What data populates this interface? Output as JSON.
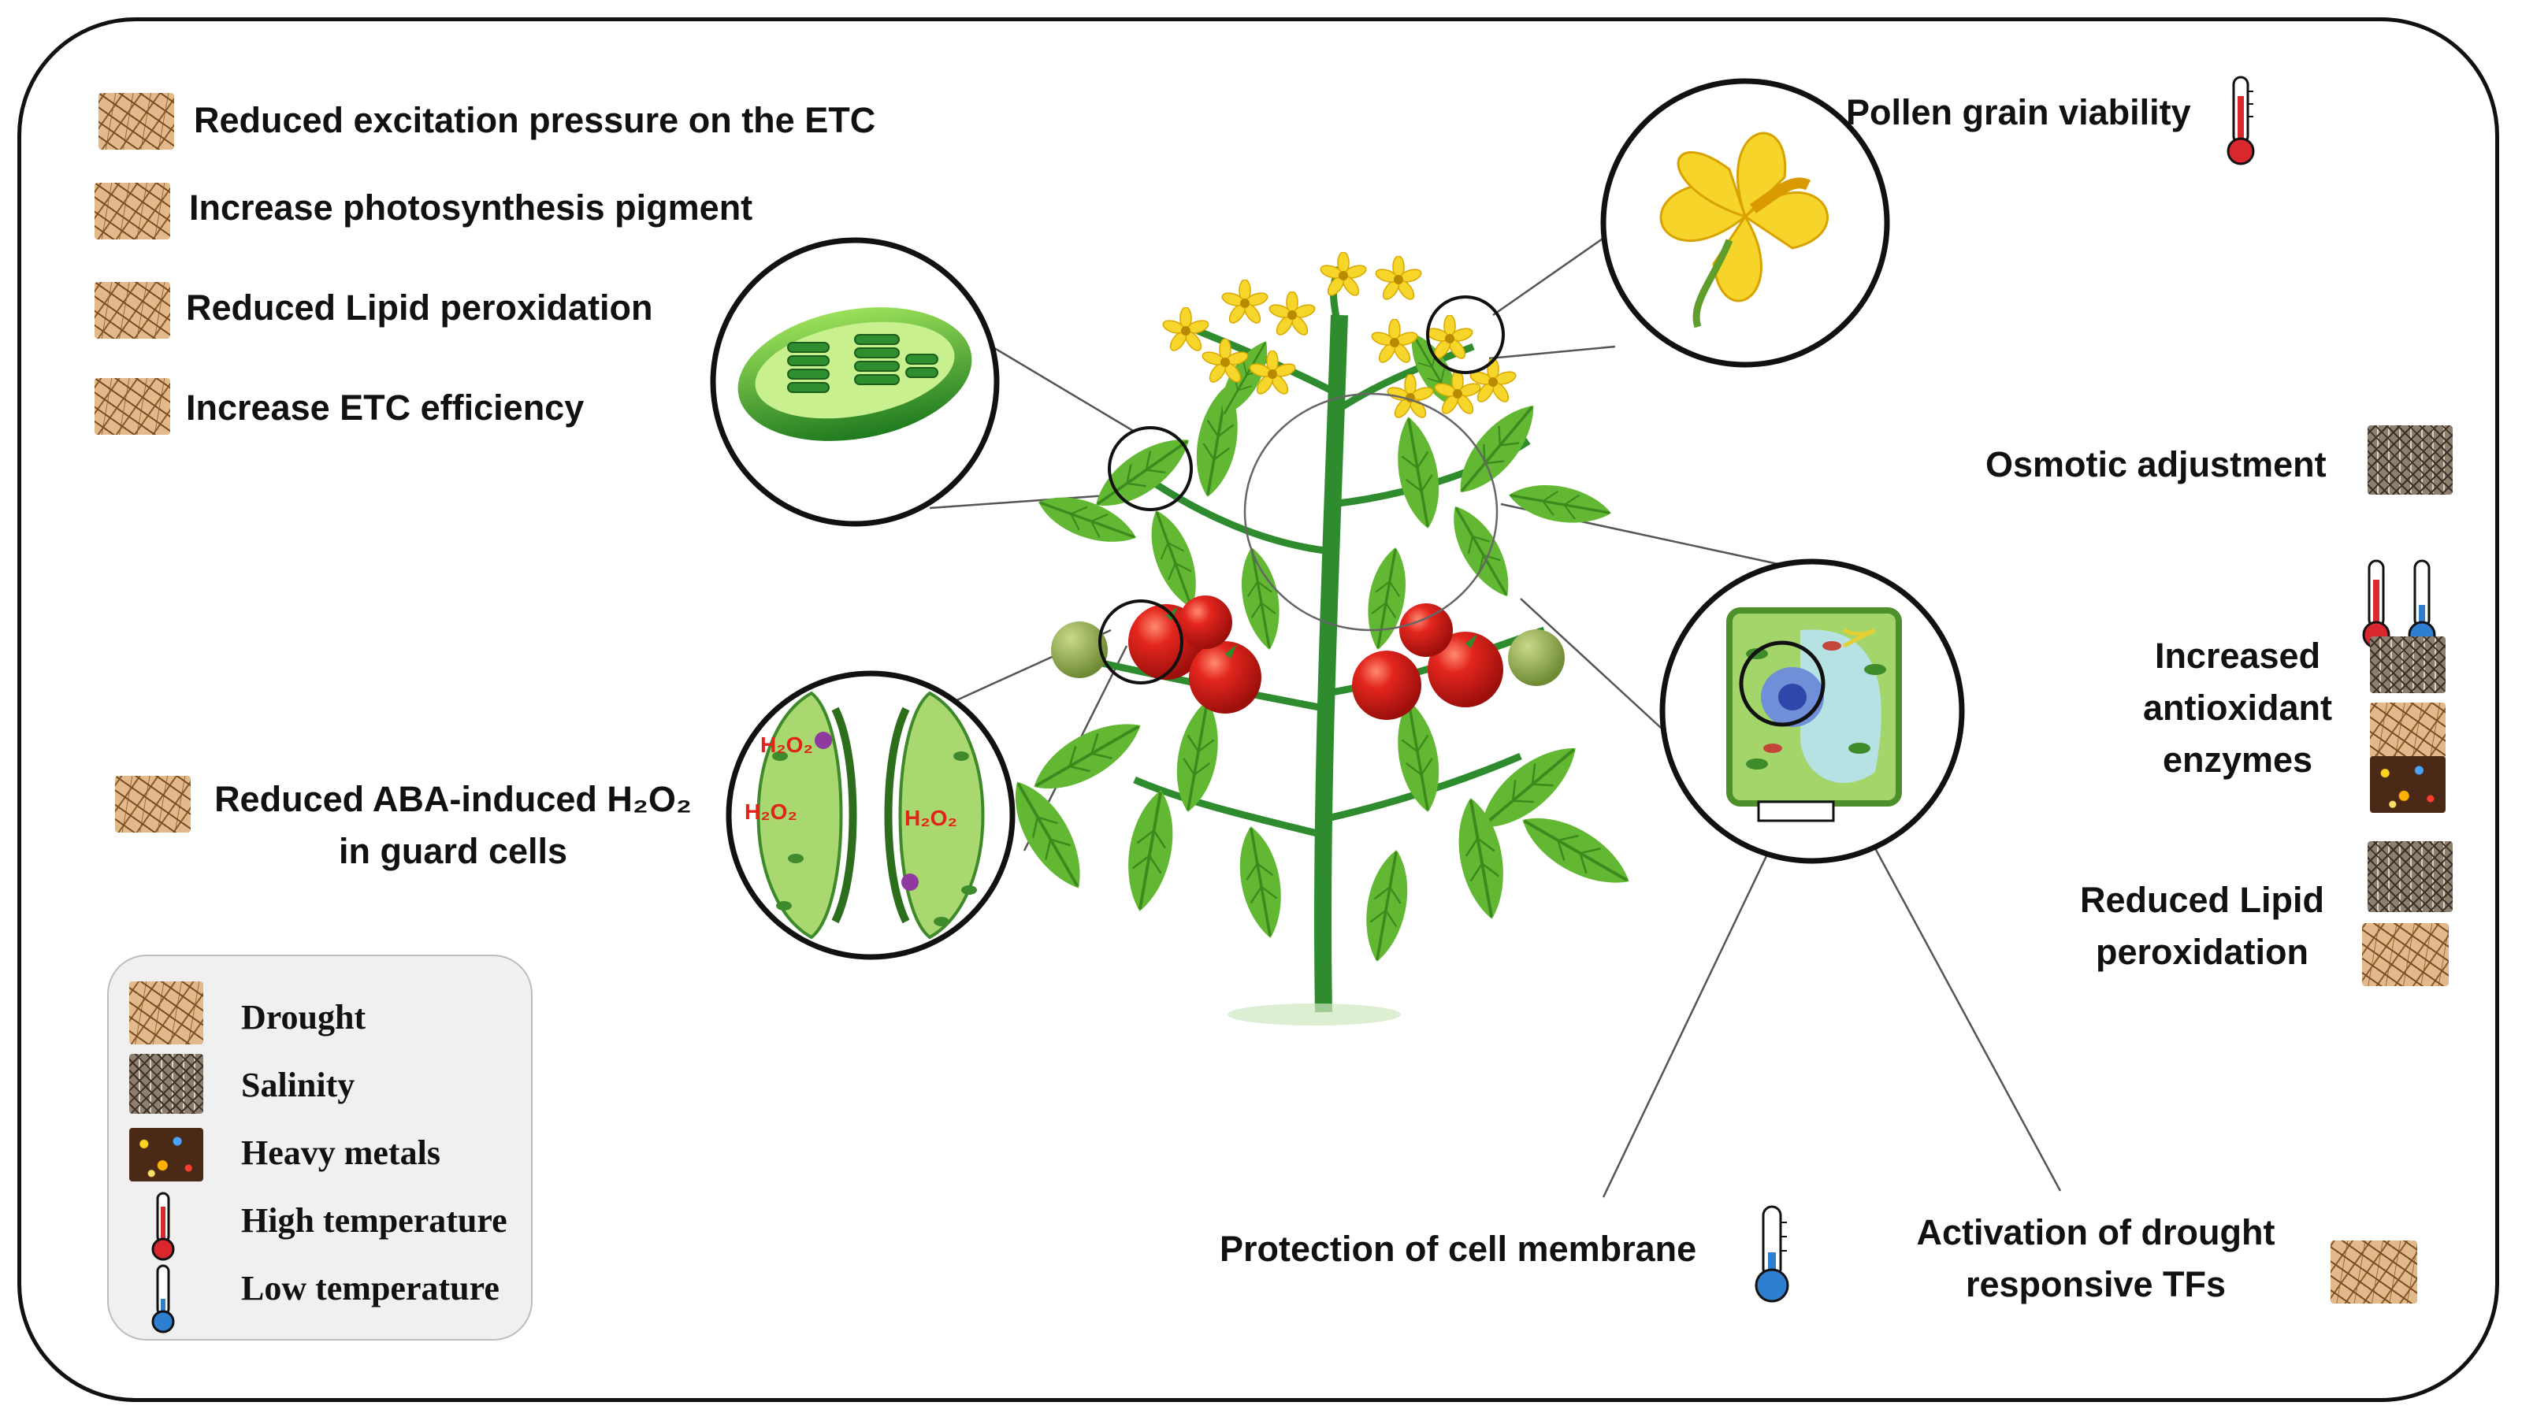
{
  "labels": {
    "excitation": "Reduced excitation pressure on the ETC",
    "pigment": "Increase photosynthesis pigment",
    "lipid_left": "Reduced Lipid peroxidation",
    "etc_eff": "Increase ETC efficiency",
    "aba_line1": "Reduced ABA-induced H₂O₂",
    "aba_line2": "in guard cells",
    "pollen": "Pollen grain viability",
    "osmotic": "Osmotic adjustment",
    "antiox_line1": "Increased",
    "antiox_line2": "antioxidant",
    "antiox_line3": "enzymes",
    "lipid_right_line1": "Reduced Lipid",
    "lipid_right_line2": "peroxidation",
    "membrane": "Protection of cell membrane",
    "tfs_line1": "Activation of drought",
    "tfs_line2": "responsive TFs"
  },
  "stomata_labels": [
    "H₂O₂",
    "H₂O₂",
    "H₂O₂"
  ],
  "legend": {
    "drought": "Drought",
    "salinity": "Salinity",
    "heavy": "Heavy metals",
    "high_temp": "High temperature",
    "low_temp": "Low temperature"
  },
  "colors": {
    "high_temp": "#d8272d",
    "low_temp": "#2f7fd0",
    "leaf": "#5fb431",
    "stem": "#2e8b2e",
    "tomato": "#d7201c",
    "flower": "#f4d21c"
  }
}
